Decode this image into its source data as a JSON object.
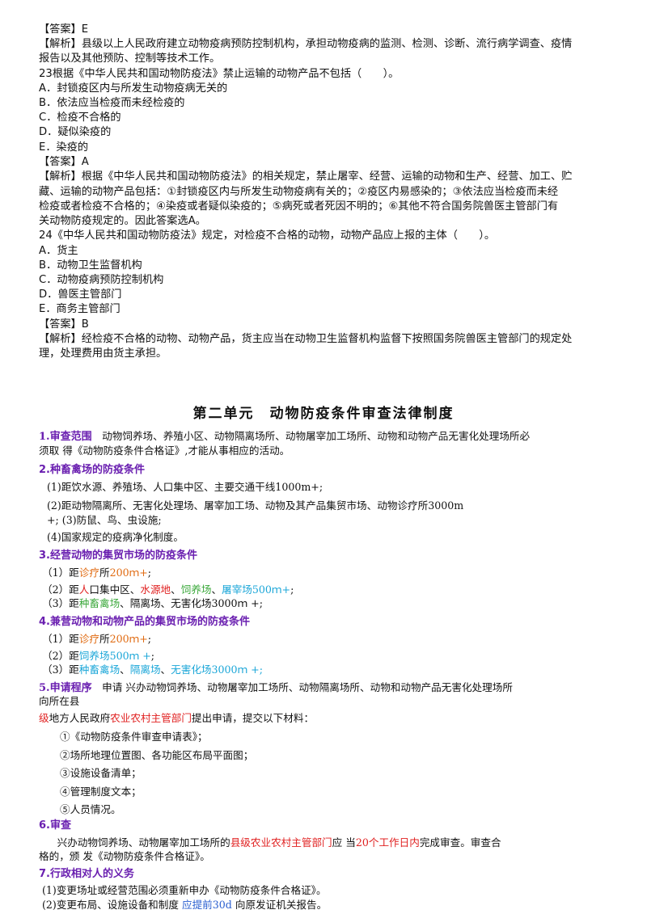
{
  "qa": [
    "【答案】E",
    "【解析】县级以上人民政府建立动物疫病预防控制机构，承担动物疫病的监测、检测、诊断、流行病学调查、疫情",
    "报告以及其他预防、控制等技术工作。",
    "23根据《中华人民共和国动物防疫法》禁止运输的动物产品不包括（　　）。",
    "A．封锁疫区内与所发生动物疫病无关的",
    "B．依法应当检疫而未经检疫的",
    "C．检疫不合格的",
    "D．疑似染疫的",
    "E．染疫的",
    "【答案】A",
    "【解析】根据《中华人民共和国动物防疫法》的相关规定，禁止屠宰、经营、运输的动物和生产、经营、加工、贮",
    "藏、运输的动物产品包括：①封锁疫区内与所发生动物疫病有关的；②疫区内易感染的；③依法应当检疫而未经",
    "检疫或者检疫不合格的；④染疫或者疑似染疫的；⑤病死或者死因不明的；⑥其他不符合国务院兽医主管部门有",
    "关动物防疫规定的。因此答案选A。",
    "24《中华人民共和国动物防疫法》规定，对检疫不合格的动物，动物产品应上报的主体（　　）。",
    "A．货主",
    "B．动物卫生监督机构",
    "C．动物疫病预防控制机构",
    "D．兽医主管部门",
    "E．商务主管部门",
    "【答案】B",
    "【解析】经检疫不合格的动物、动物产品，货主应当在动物卫生监督机构监督下按照国务院兽医主管部门的规定处",
    "理，处理费用由货主承担。"
  ],
  "section_title": "第二单元　动物防疫条件审查法律制度",
  "s1": {
    "head": "1.审查范围",
    "text1": "　动物饲养场、养殖小区、动物隔离场所、动物屠宰加工场所、动物和动物产品无害化处理场所必",
    "text2": "须取 得《动物防疫条件合格证》,才能从事相应的活动。"
  },
  "s2": {
    "head": "2.种畜禽场的防疫条件",
    "l1": "(1)距饮水源、养殖场、人口集中区、主要交通干线1000m+;",
    "l2": "(2)距动物隔离所、无害化处理场、屠宰加工场、动物及其产品集贸市场、动物诊疗所3000m",
    "l3": "+; (3)防鼠、鸟、虫设施;",
    "l4": "(4)国家规定的疫病净化制度。"
  },
  "s3": {
    "head": "3.经营动物的集贸市场的防疫条件",
    "l1a": "（1）距",
    "l1b": "诊疗",
    "l1c": "所",
    "l1d": "200ｍ+",
    "l1e": ";",
    "l2a": "（2）距",
    "l2b": "人",
    "l2c": "口集中区、",
    "l2d": "水源地",
    "l2e": "、",
    "l2f": "饲养场",
    "l2g": "、",
    "l2h": "屠宰场500ｍ+",
    "l2i": ";",
    "l3a": "（3）距",
    "l3b": "种畜禽场",
    "l3c": "、隔离场、无害化场3000ｍ +;"
  },
  "s4": {
    "head": "4.兼营动物和动物产品的集贸市场的防疫条件",
    "l1a": "（1）距",
    "l1b": "诊疗",
    "l1c": "所",
    "l1d": "200ｍ+",
    "l1e": ";",
    "l2a": "（2）距",
    "l2b": "饲养场500ｍ +",
    "l2c": ";",
    "l3a": "（3）距",
    "l3b": "种畜禽场",
    "l3c": "、",
    "l3d": "隔离场",
    "l3e": "、",
    "l3f": "无害化场3000ｍ +;"
  },
  "s5": {
    "head": "5.申请程序",
    "text1": "　申请 兴办动物饲养场、动物屠宰加工场所、动物隔离场所、动物和动物产品无害化处理场所",
    "text1b": "向所在县",
    "t2a": "级",
    "t2b": "地方人民政府",
    "t2c": "农业农村主管部门",
    "t2d": "提出申请，提交以下材料：",
    "items": [
      "①《动物防疫条件审查申请表》；",
      "②场所地理位置图、各功能区布局平面图；",
      "③设施设备清单；",
      "④管理制度文本；",
      "⑤人员情况。"
    ]
  },
  "s6": {
    "head": "6.审查",
    "t1a": "　兴办动物饲养场、动物屠宰加工场所的",
    "t1b": "县级农业农村主管部门",
    "t1c": "应 当",
    "t1d": "20个工作日内",
    "t1e": "完成审查。审查合",
    "t2": "格的，颁 发《动物防疫条件合格证》。"
  },
  "s7": {
    "head": "7.行政相对人的义务",
    "l1": "(1)变更场址或经营范围必须重新申办《动物防疫条件合格证》。",
    "l2a": "(2)变更布局、设施设备和制度 ",
    "l2b": "应提前30d",
    "l2c": " 向原发证机关报告。"
  }
}
